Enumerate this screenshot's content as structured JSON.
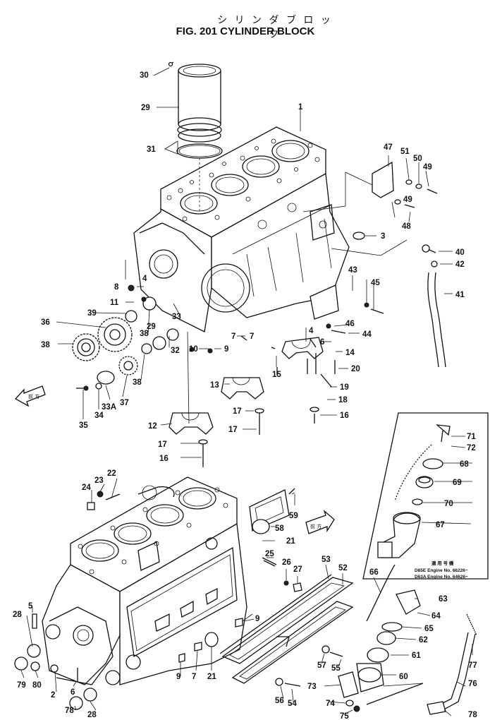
{
  "figure": {
    "title_jp": "シ リ ン ダ ブ ロ ッ ク",
    "title_en": "FIG. 201  CYLINDER BLOCK"
  },
  "direction_arrows": {
    "left": "前 方",
    "right": "前 方"
  },
  "engine_note": {
    "header": "適 用 号 機",
    "line1": "D65E   Engine No. 66226~",
    "line2": "D63A   Engine No. 64626~"
  },
  "part_labels": [
    "1",
    "2",
    "3",
    "4",
    "5",
    "6",
    "7",
    "8",
    "9",
    "10",
    "11",
    "12",
    "13",
    "14",
    "15",
    "16",
    "17",
    "18",
    "19",
    "20",
    "21",
    "22",
    "23",
    "24",
    "25",
    "26",
    "27",
    "28",
    "29",
    "30",
    "31",
    "32",
    "33",
    "33A",
    "34",
    "35",
    "36",
    "37",
    "38",
    "39",
    "40",
    "41",
    "42",
    "43",
    "44",
    "45",
    "46",
    "47",
    "48",
    "49",
    "50",
    "51",
    "52",
    "53",
    "54",
    "55",
    "56",
    "57",
    "58",
    "59",
    "60",
    "61",
    "62",
    "63",
    "64",
    "65",
    "66",
    "67",
    "68",
    "69",
    "70",
    "71",
    "72",
    "73",
    "74",
    "75",
    "76",
    "77",
    "78",
    "79",
    "80"
  ]
}
